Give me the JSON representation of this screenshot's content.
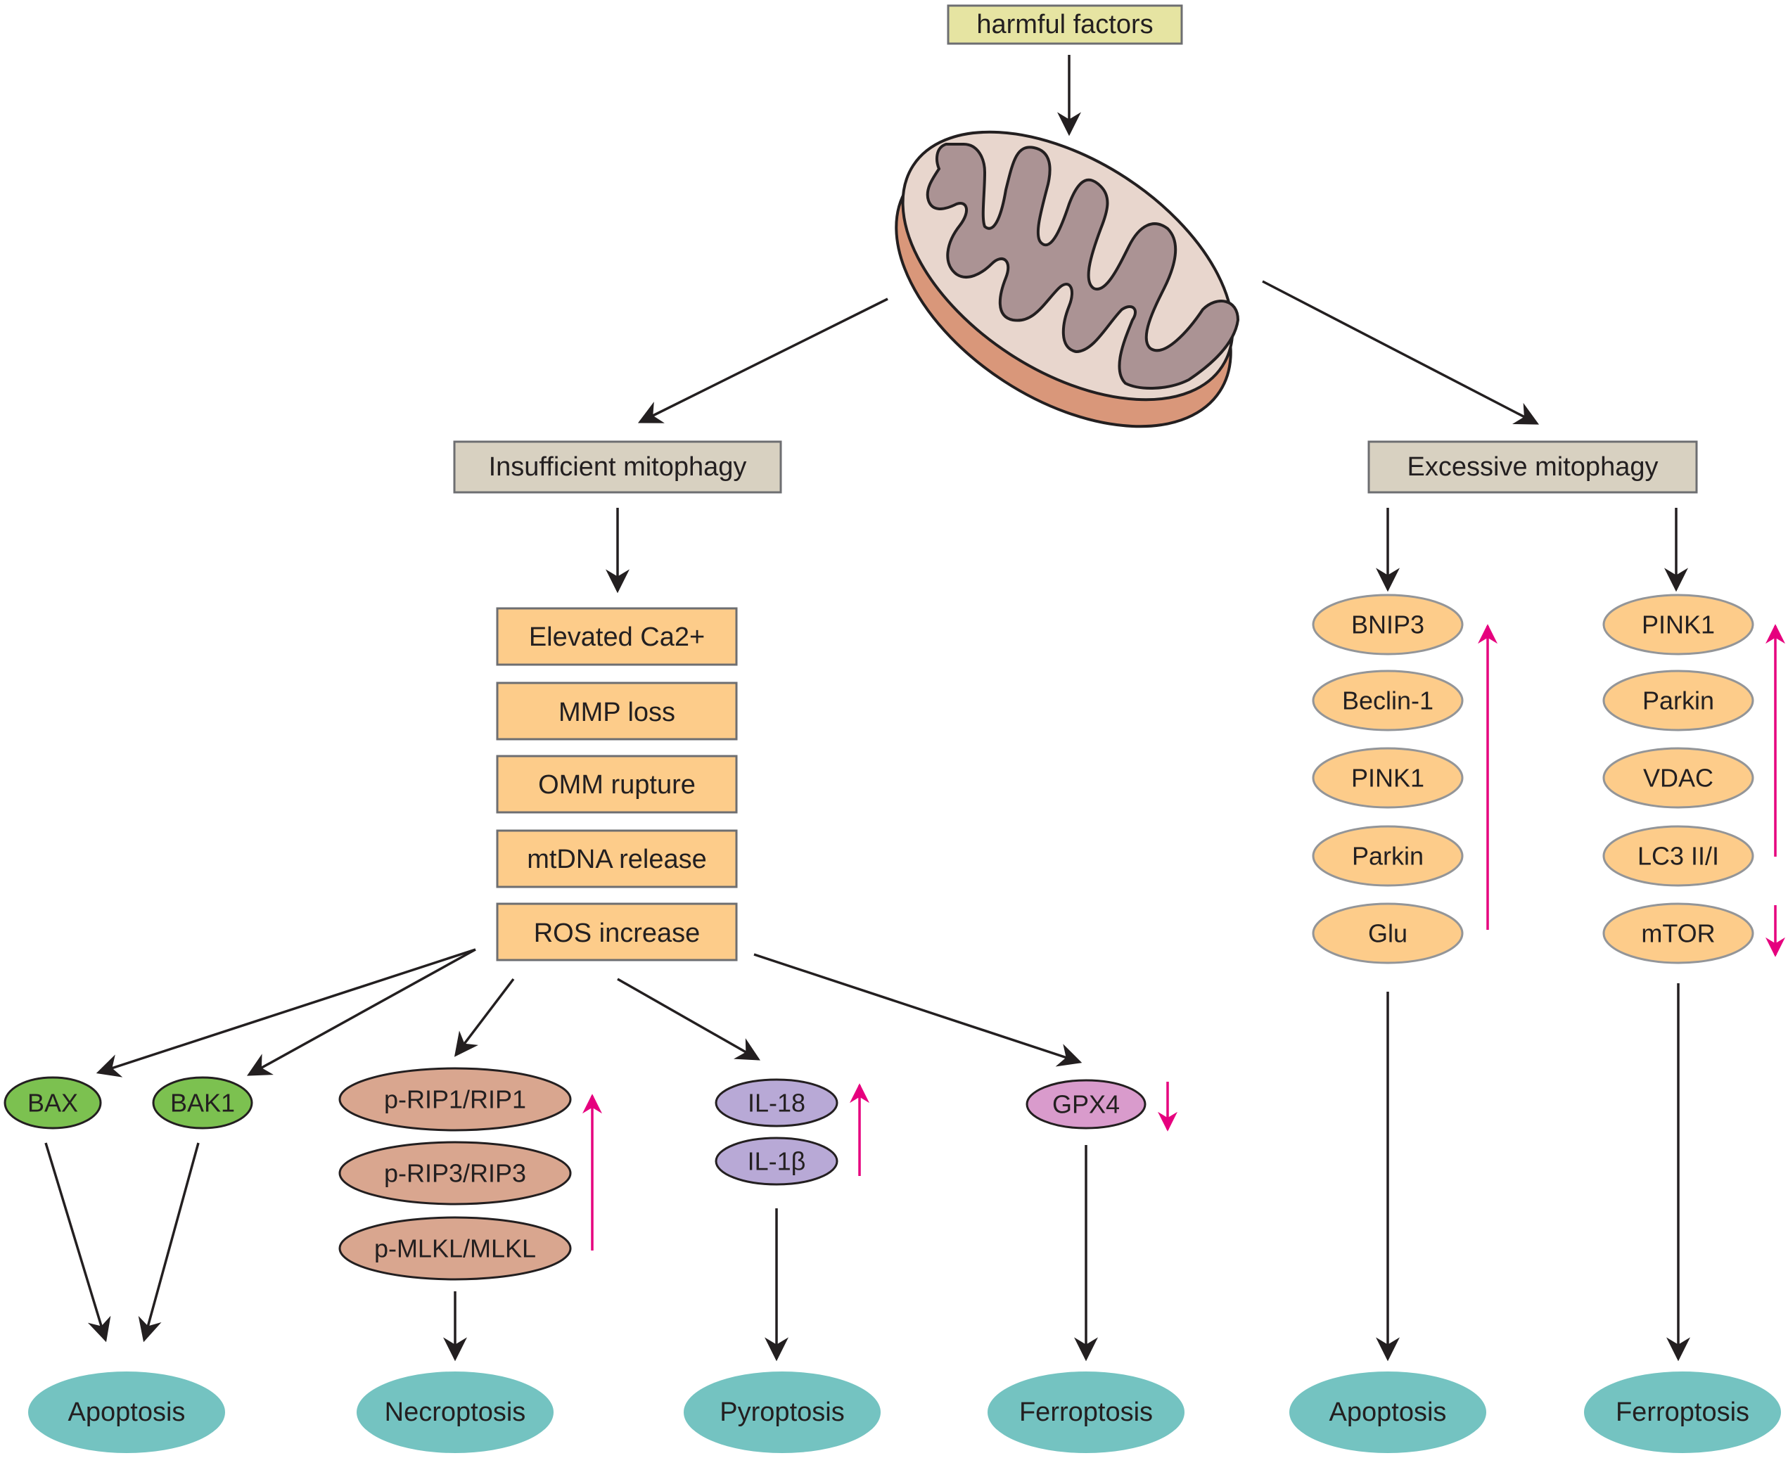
{
  "top": {
    "harmful": "harmful factors"
  },
  "branches": {
    "insufficient": "Insufficient mitophagy",
    "excessive": "Excessive mitophagy"
  },
  "events": [
    "Elevated Ca2+",
    "MMP loss",
    "OMM rupture",
    "mtDNA release",
    "ROS increase"
  ],
  "proteins": {
    "bax": "BAX",
    "bak1": "BAK1",
    "necro": [
      "p-RIP1/RIP1",
      "p-RIP3/RIP3",
      "p-MLKL/MLKL"
    ],
    "il": [
      "IL-18",
      "IL-1β"
    ],
    "gpx4": "GPX4",
    "excessive_left": [
      "BNIP3",
      "Beclin-1",
      "PINK1",
      "Parkin",
      "Glu"
    ],
    "excessive_right": [
      "PINK1",
      "Parkin",
      "VDAC",
      "LC3 II/I",
      "mTOR"
    ]
  },
  "outcomes": [
    "Apoptosis",
    "Necroptosis",
    "Pyroptosis",
    "Ferroptosis",
    "Apoptosis",
    "Ferroptosis"
  ],
  "colors": {
    "harmful_box": "#e6e4a2",
    "branch_box": "#d8d1c1",
    "event_box": "#fdcc8a",
    "green": "#7cc150",
    "brown": "#d9a68f",
    "purple": "#b8a9d6",
    "pink": "#d99bcc",
    "orange": "#fdcc8a",
    "teal": "#74c3c1",
    "red_arrow": "#e6007e"
  }
}
